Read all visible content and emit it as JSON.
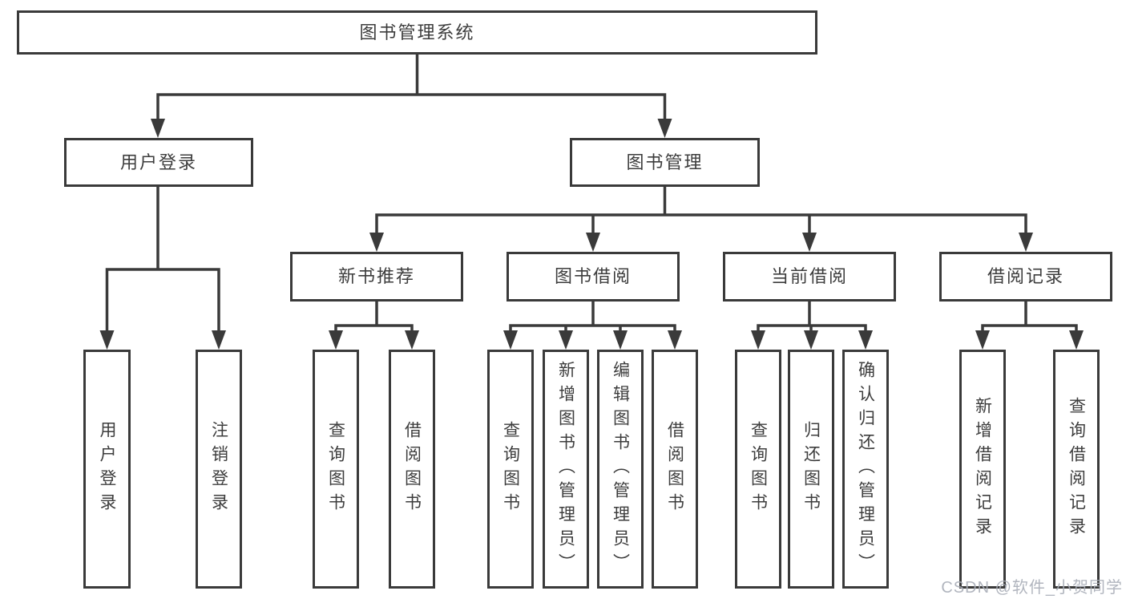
{
  "diagram": {
    "root": {
      "label": "图书管理系统"
    },
    "branches": [
      {
        "label": "用户登录",
        "children": [
          {
            "label": "用户登录"
          },
          {
            "label": "注销登录"
          }
        ]
      },
      {
        "label": "图书管理",
        "children": [
          {
            "label": "新书推荐",
            "children": [
              {
                "label": "查询图书"
              },
              {
                "label": "借阅图书"
              }
            ]
          },
          {
            "label": "图书借阅",
            "children": [
              {
                "label": "查询图书"
              },
              {
                "label": "新增图书（管理员）"
              },
              {
                "label": "编辑图书（管理员）"
              },
              {
                "label": "借阅图书"
              }
            ]
          },
          {
            "label": "当前借阅",
            "children": [
              {
                "label": "查询图书"
              },
              {
                "label": "归还图书"
              },
              {
                "label": "确认归还（管理员）"
              }
            ]
          },
          {
            "label": "借阅记录",
            "children": [
              {
                "label": "新增借阅记录"
              },
              {
                "label": "查询借阅记录"
              }
            ]
          }
        ]
      }
    ]
  },
  "watermark": {
    "text": "CSDN @软件_小贺同学"
  },
  "colors": {
    "line": "#3a3a3a",
    "text": "#3d3d3d",
    "box_background": "#ffffff",
    "page_background": "#ffffff",
    "watermark": "#a9aeb8"
  }
}
